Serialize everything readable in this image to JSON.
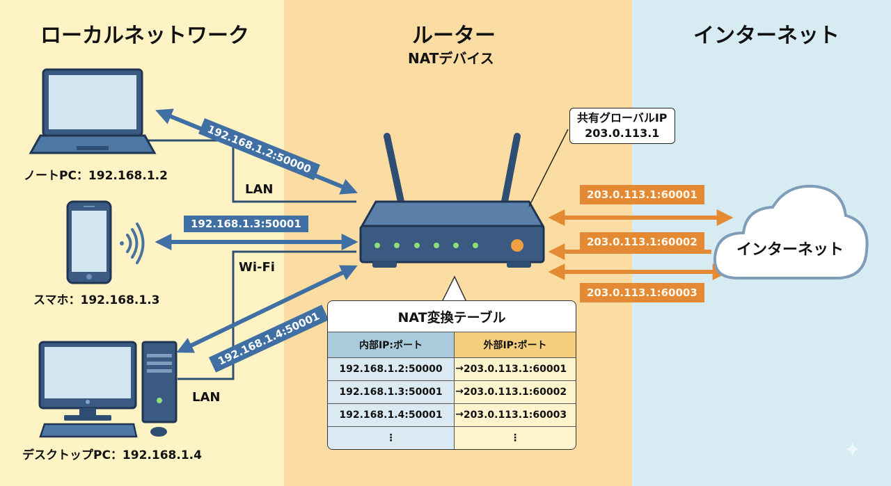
{
  "zones": {
    "local": {
      "title": "ローカルネットワーク"
    },
    "router": {
      "title": "ルーター",
      "subtitle": "NATデバイス"
    },
    "internet": {
      "title": "インターネット"
    }
  },
  "devices": [
    {
      "name": "laptop",
      "label": "ノートPC：192.168.1.2"
    },
    {
      "name": "smartphone",
      "label": "スマホ：192.168.1.3"
    },
    {
      "name": "desktop",
      "label": "デスクトップPC：192.168.1.4"
    }
  ],
  "connections": {
    "laptop": "LAN",
    "smartphone": "Wi-Fi",
    "desktop": "LAN"
  },
  "internal_tags": [
    "192.168.1.2:50000",
    "192.168.1.3:50001",
    "192.168.1.4:50001"
  ],
  "external_tags": [
    "203.0.113.1:60001",
    "203.0.113.1:60002",
    "203.0.113.1:60003"
  ],
  "global_ip_callout": {
    "line1": "共有グローバルIP",
    "line2": "203.0.113.1"
  },
  "cloud": {
    "label": "インターネット"
  },
  "nat_table": {
    "title": "NAT変換テーブル",
    "headers": [
      "内部IP:ポート",
      "外部IP:ポート"
    ],
    "rows": [
      [
        "192.168.1.2:50000",
        "203.0.113.1:60001"
      ],
      [
        "192.168.1.3:50001",
        "203.0.113.1:60002"
      ],
      [
        "192.168.1.4:50001",
        "203.0.113.1:60003"
      ],
      [
        "⋮",
        "⋮"
      ]
    ],
    "arrow": "→"
  },
  "colors": {
    "local_bg": "#fdf3c4",
    "router_bg": "#fbdca3",
    "internet_bg": "#d6ebf2",
    "device_blue": "#2f4e73",
    "arrow_blue": "#3f6fa3",
    "arrow_orange": "#e48a35",
    "led_green": "#8fe07a",
    "led_orange": "#f0a040"
  }
}
